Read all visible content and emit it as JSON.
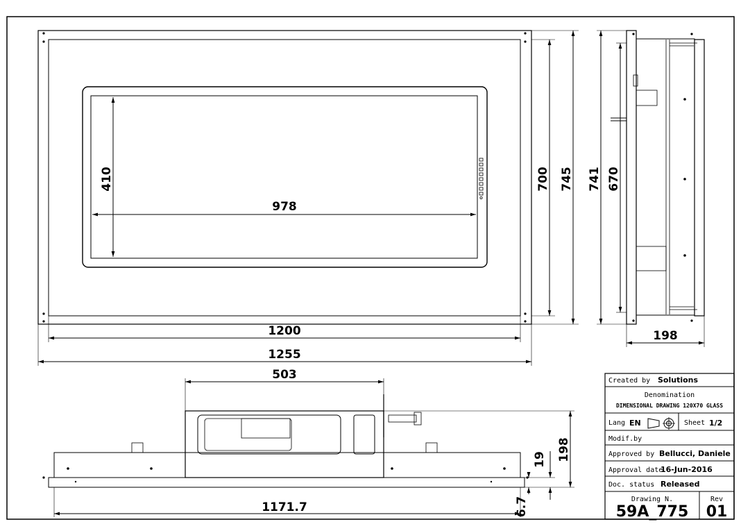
{
  "dimensions": {
    "front_inner_height": "410",
    "front_inner_width": "978",
    "front_height_700": "700",
    "front_height_745": "745",
    "front_width_1200": "1200",
    "front_width_1255": "1255",
    "side_height_741": "741",
    "side_height_670": "670",
    "side_depth": "198",
    "bottom_box_width": "503",
    "bottom_depth": "198",
    "bottom_step": "19",
    "bottom_length": "1171.7",
    "bottom_thickness": "6.7"
  },
  "title_block": {
    "created_by_label": "Created by",
    "created_by_value": "Solutions",
    "denomination_label": "Denomination",
    "denomination_value": "DIMENSIONAL DRAWING 120X70 GLASS",
    "lang_label": "Lang",
    "lang_value": "EN",
    "sheet_label": "Sheet",
    "sheet_value": "1/2",
    "modif_label": "Modif.by",
    "approved_label": "Approved by",
    "approved_value": "Bellucci, Daniele",
    "approval_date_label": "Approval date",
    "approval_date_value": "16-Jun-2016",
    "doc_status_label": "Doc. status",
    "doc_status_value": "Released",
    "drawing_label": "Drawing N.",
    "drawing_value": "59A_775",
    "rev_label": "Rev",
    "rev_value": "01"
  }
}
